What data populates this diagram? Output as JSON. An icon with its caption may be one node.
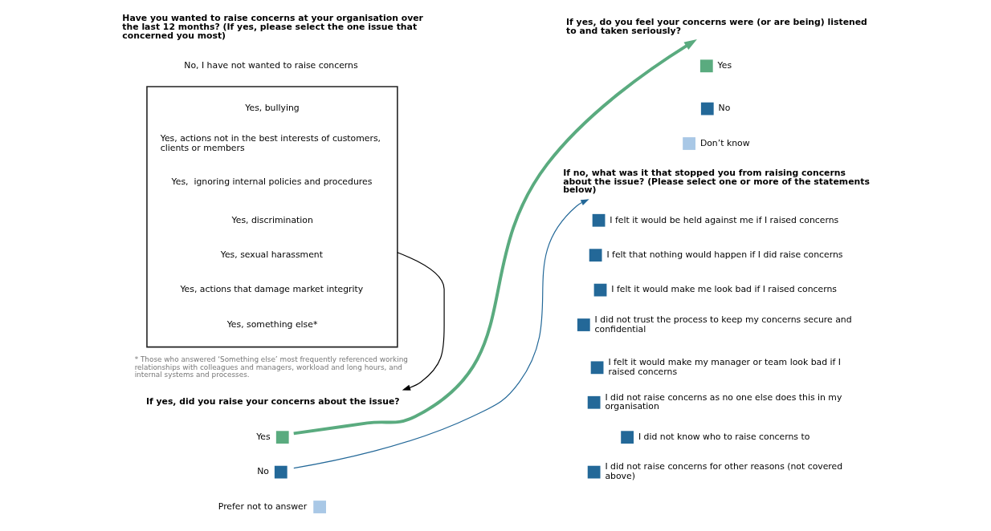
{
  "diagram": {
    "nodes": [
      {
        "text": [
          "Have you wanted to raise concerns at your organisation over the last 12 months? (If yes, please select the one issue that concerned you most)"
        ]
      },
      {
        "text": [
          "No, I have not wanted to raise concerns"
        ]
      },
      {
        "text": [],
        "shape": "box",
        "beside": [
          "* Those who answered ‘Something else’ most frequently referenced working relationships with colleagues and managers, workload and long hours, and internal systems and processes."
        ]
      },
      {
        "text": [
          "Yes, bullying"
        ],
        "in": 2
      },
      {
        "text": [
          "Yes, actions not in the best interests of customers, clients or members"
        ],
        "in": 2
      },
      {
        "text": [
          "Yes,  ignoring internal policies and procedures"
        ],
        "in": 2
      },
      {
        "text": [
          "Yes, discrimination"
        ],
        "in": 2
      },
      {
        "text": [
          "Yes, sexual harassment"
        ],
        "in": 2
      },
      {
        "text": [
          "Yes, actions that damage market integrity"
        ],
        "in": 2
      },
      {
        "text": [
          "Yes, something else*"
        ],
        "in": 2
      },
      {
        "text": [
          "If yes, did you raise your concerns about the issue?"
        ]
      },
      {
        "text": [
          "Yes"
        ]
      },
      {
        "text": [
          "No"
        ]
      },
      {
        "text": [
          "Prefer not to answer"
        ]
      },
      {
        "text": [
          "If yes, do you feel your concerns were (or are being) listened to and taken seriously?"
        ]
      },
      {
        "text": [
          "Yes"
        ]
      },
      {
        "text": [
          "No"
        ]
      },
      {
        "text": [
          "Don’t know"
        ]
      },
      {
        "text": [
          "If no, what was it that stopped you from raising concerns about the issue? (Please select one or more of the statements below)"
        ]
      },
      {
        "text": [
          "I felt it would be held against me if I raised concerns"
        ]
      },
      {
        "text": [
          "I felt that nothing would happen if I did raise concerns"
        ]
      },
      {
        "text": [
          "I felt it would make me look bad if I raised concerns"
        ]
      },
      {
        "text": [
          "I did not trust the process to keep my concerns secure and confidential"
        ]
      },
      {
        "text": [
          "I felt it would make my manager or team look bad if I raised concerns"
        ]
      },
      {
        "text": [
          "I did not raise concerns as no one else does this in my organisation"
        ]
      },
      {
        "text": [
          "I did not know who to raise concerns to"
        ]
      },
      {
        "text": [
          "I did not raise concerns for other reasons (not covered above)"
        ]
      }
    ],
    "edges": [
      {
        "from": 2,
        "to": 10,
        "arrow": "to"
      },
      {
        "from": 11,
        "to": 14,
        "arrow": "to",
        "style": "thick",
        "color": "#5aab7f"
      },
      {
        "from": 12,
        "to": 18,
        "arrow": "to",
        "color": "#236898"
      }
    ]
  }
}
